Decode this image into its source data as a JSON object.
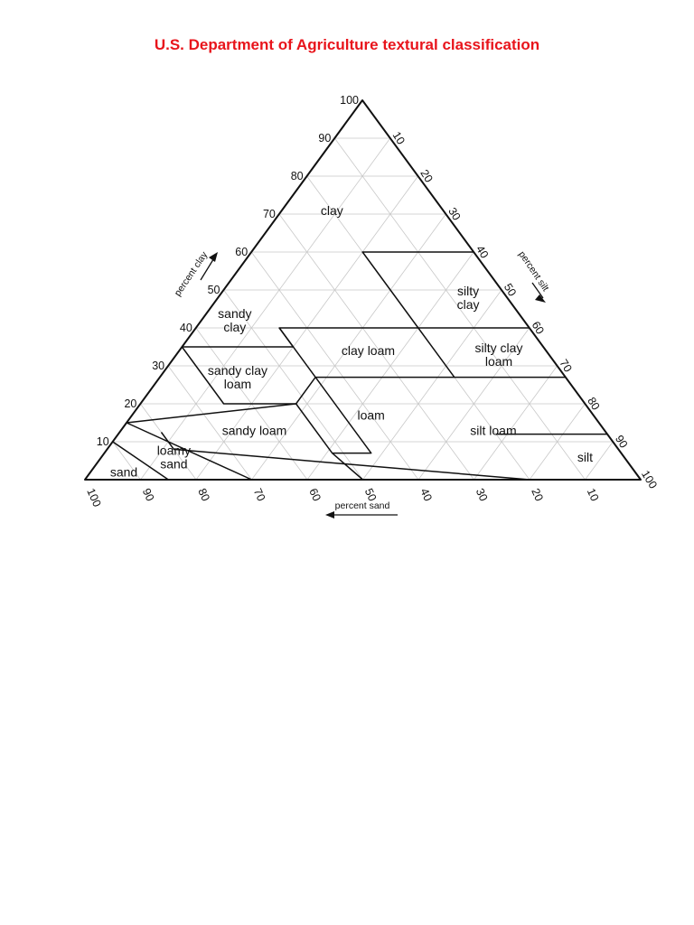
{
  "title": "U.S. Department of Agriculture textural classification",
  "axes": {
    "clay": {
      "label": "percent clay",
      "ticks": [
        "10",
        "20",
        "30",
        "40",
        "50",
        "60",
        "70",
        "80",
        "90",
        "100"
      ]
    },
    "silt": {
      "label": "percent silt",
      "ticks": [
        "10",
        "20",
        "30",
        "40",
        "50",
        "60",
        "70",
        "80",
        "90",
        "100"
      ]
    },
    "sand": {
      "label": "percent sand",
      "ticks": [
        "100",
        "90",
        "80",
        "70",
        "60",
        "50",
        "40",
        "30",
        "20",
        "10"
      ]
    }
  },
  "textures": [
    {
      "name": "clay",
      "lines": [
        "clay"
      ],
      "sand": 20,
      "clay": 71
    },
    {
      "name": "silty clay",
      "lines": [
        "silty",
        "clay"
      ],
      "sand": 7,
      "clay": 48
    },
    {
      "name": "sandy clay",
      "lines": [
        "sandy",
        "clay"
      ],
      "sand": 52,
      "clay": 42
    },
    {
      "name": "clay loam",
      "lines": [
        "clay loam"
      ],
      "sand": 32,
      "clay": 34
    },
    {
      "name": "silty clay loam",
      "lines": [
        "silty clay",
        "loam"
      ],
      "sand": 9,
      "clay": 33
    },
    {
      "name": "sandy clay loam",
      "lines": [
        "sandy clay",
        "loam"
      ],
      "sand": 59,
      "clay": 27
    },
    {
      "name": "loam",
      "lines": [
        "loam"
      ],
      "sand": 40,
      "clay": 17
    },
    {
      "name": "sandy loam",
      "lines": [
        "sandy loam"
      ],
      "sand": 63,
      "clay": 13
    },
    {
      "name": "silt loam",
      "lines": [
        "silt loam"
      ],
      "sand": 20,
      "clay": 13
    },
    {
      "name": "loamy sand",
      "lines": [
        "loamy",
        "sand"
      ],
      "sand": 81,
      "clay": 6
    },
    {
      "name": "sand",
      "lines": [
        "sand"
      ],
      "sand": 92,
      "clay": 2
    },
    {
      "name": "silt",
      "lines": [
        "silt"
      ],
      "sand": 7,
      "clay": 6
    }
  ],
  "boundaries": [
    [
      [
        0,
        100
      ],
      [
        45,
        55
      ],
      [
        65,
        35
      ],
      [
        65,
        20
      ],
      [
        52,
        20
      ],
      [
        45,
        27
      ],
      [
        45,
        40
      ],
      [
        20,
        40
      ],
      [
        20,
        60
      ],
      [
        0,
        60
      ]
    ],
    [
      [
        20,
        40
      ],
      [
        0,
        40
      ]
    ],
    [
      [
        45,
        40
      ],
      [
        45,
        35
      ],
      [
        65,
        35
      ]
    ],
    [
      [
        45,
        27
      ],
      [
        20,
        27
      ],
      [
        20,
        40
      ]
    ],
    [
      [
        20,
        27
      ],
      [
        0,
        27
      ]
    ],
    [
      [
        45,
        27
      ],
      [
        45,
        7
      ],
      [
        52,
        7
      ],
      [
        52,
        20
      ]
    ],
    [
      [
        52,
        7
      ],
      [
        50,
        0
      ]
    ],
    [
      [
        52,
        20
      ],
      [
        85,
        15
      ],
      [
        70,
        0
      ]
    ],
    [
      [
        85,
        15
      ],
      [
        90,
        10
      ],
      [
        85,
        0
      ]
    ],
    [
      [
        20,
        12
      ],
      [
        0,
        12
      ],
      [
        0,
        0
      ]
    ],
    [
      [
        80,
        12.5
      ],
      [
        80,
        8
      ],
      [
        20,
        0
      ]
    ],
    [
      [
        15,
        0
      ],
      [
        0,
        0
      ]
    ]
  ]
}
